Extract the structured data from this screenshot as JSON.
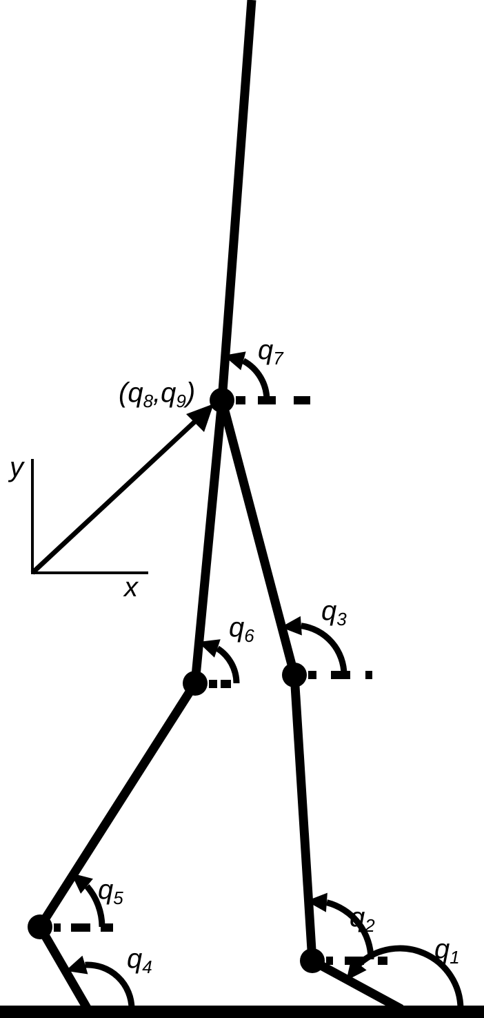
{
  "diagram": {
    "ink_color": "#000000",
    "background": "#ffffff",
    "axes": {
      "x_label": "x",
      "y_label": "y"
    },
    "hip_position_label": {
      "open": "(",
      "q_a": "q",
      "sub_a": "8",
      "comma": ",",
      "q_b": "q",
      "sub_b": "9",
      "close": ")"
    },
    "angles": [
      {
        "q": "q",
        "sub": "1"
      },
      {
        "q": "q",
        "sub": "2"
      },
      {
        "q": "q",
        "sub": "3"
      },
      {
        "q": "q",
        "sub": "4"
      },
      {
        "q": "q",
        "sub": "5"
      },
      {
        "q": "q",
        "sub": "6"
      },
      {
        "q": "q",
        "sub": "7"
      }
    ]
  }
}
